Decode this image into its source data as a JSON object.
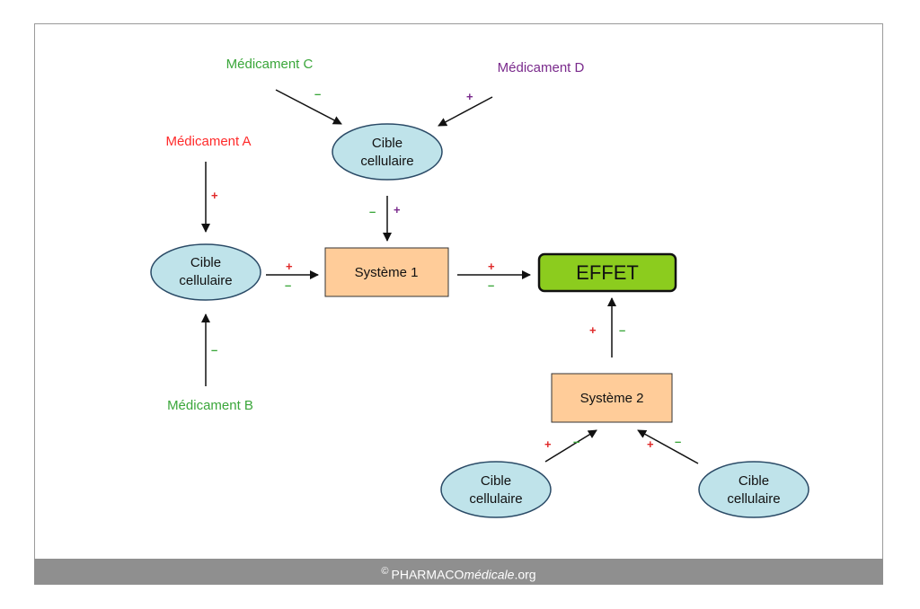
{
  "drugs": {
    "a": {
      "label": "Médicament A",
      "color": "#ff2a2a"
    },
    "b": {
      "label": "Médicament B",
      "color": "#3aa63a"
    },
    "c": {
      "label": "Médicament C",
      "color": "#3aa63a"
    },
    "d": {
      "label": "Médicament D",
      "color": "#7a2a8c"
    }
  },
  "nodes": {
    "cible_line1": "Cible",
    "cible_line2": "cellulaire",
    "systeme1": "Système 1",
    "systeme2": "Système 2",
    "effet": "EFFET"
  },
  "signs": {
    "plus": "+",
    "minus": "–"
  },
  "colors": {
    "ellipse_fill": "#bfe3ea",
    "box_fill": "#ffcc99",
    "effet_fill": "#8ccc1e",
    "plus": "#e02828",
    "minus": "#3aa63a",
    "plus_d": "#7a2a8c"
  },
  "footer": {
    "copyright": "©",
    "brand": "PHARMACO",
    "brand_italic": "médicale",
    "suffix": ".org"
  }
}
